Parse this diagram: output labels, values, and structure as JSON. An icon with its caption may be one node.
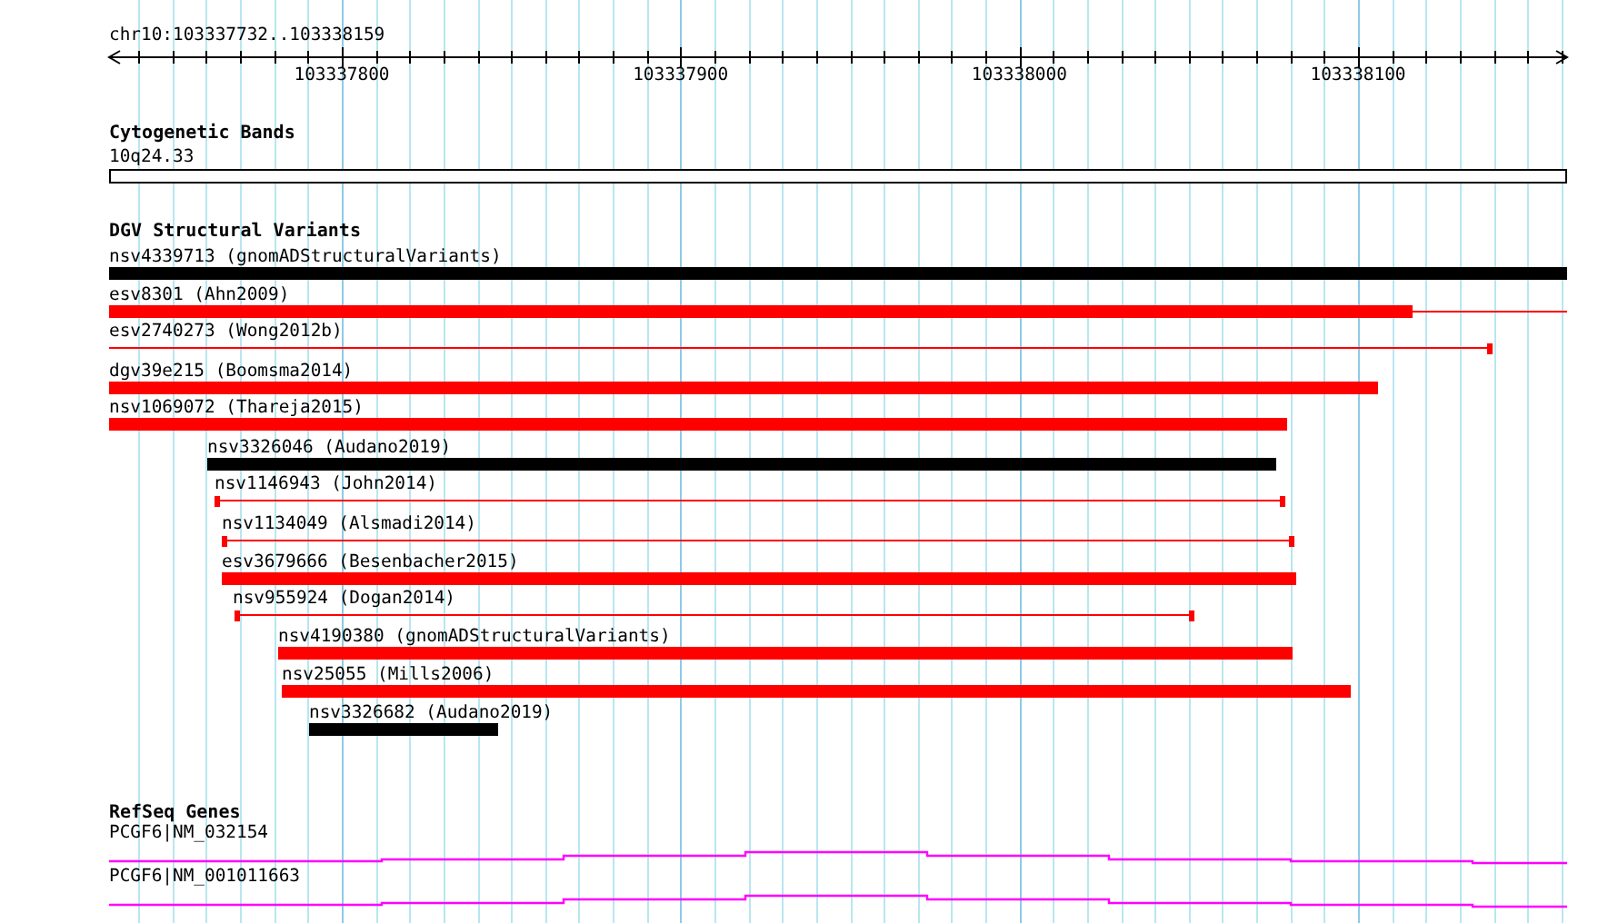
{
  "diagram": {
    "nodes": [
      {
        "text": [
          "10q24.33"
        ]
      },
      {
        "text": [
          "nsv4339713 (gnomADStructuralVariants)"
        ]
      },
      {
        "text": [
          "esv8301 (Ahn2009)"
        ]
      },
      {
        "text": [
          "esv2740273 (Wong2012b)"
        ]
      },
      {
        "text": [
          "dgv39e215 (Boomsma2014)"
        ]
      },
      {
        "text": [
          "nsv1069072 (Thareja2015)"
        ]
      },
      {
        "text": [
          "nsv3326046 (Audano2019)"
        ]
      },
      {
        "text": [
          "nsv1146943 (John2014)"
        ]
      },
      {
        "text": [
          "nsv1134049 (Alsmadi2014)"
        ]
      },
      {
        "text": [
          "esv3679666 (Besenbacher2015)"
        ]
      },
      {
        "text": [
          "nsv955924 (Dogan2014)"
        ]
      },
      {
        "text": [
          "nsv4190380 (gnomADStructuralVariants)"
        ]
      },
      {
        "text": [
          "nsv25055 (Mills2006)"
        ]
      },
      {
        "text": [
          "nsv3326682 (Audano2019)"
        ]
      },
      {
        "text": [
          "PCGF6|NM_032154"
        ]
      },
      {
        "text": [
          "PCGF6|NM_001011663"
        ]
      }
    ],
    "labels": [
      "chr10:103337732..103338159",
      "103337800",
      "103337900",
      "103338000",
      "103338100",
      "Cytogenetic Bands",
      "DGV Structural Variants",
      "RefSeq Genes"
    ]
  }
}
